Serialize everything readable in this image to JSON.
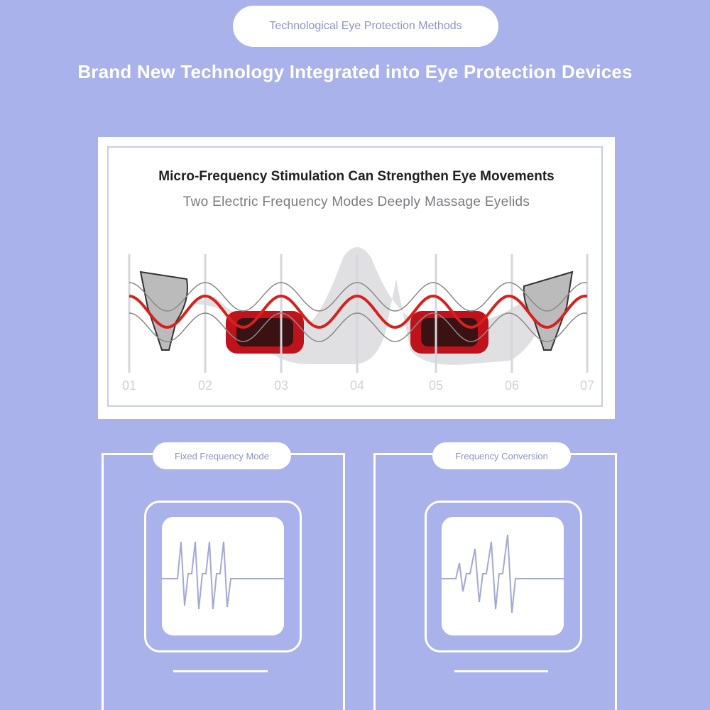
{
  "header": {
    "badge": "Technological Eye Protection Methods",
    "headline": "Brand New Technology Integrated into Eye Protection Devices"
  },
  "panel": {
    "title": "Micro-Frequency Stimulation Can Strengthen Eye Movements",
    "subtitle": "Two Electric Frequency Modes Deeply Massage Eyelids",
    "ticks": [
      "01",
      "02",
      "03",
      "04",
      "05",
      "06",
      "07"
    ],
    "colors": {
      "wave": "#d8211c",
      "guide": "#8a8a8a"
    }
  },
  "modes": [
    {
      "label": "Fixed Frequency Mode",
      "icon": "fixed-waveform-icon"
    },
    {
      "label": "Frequency Conversion",
      "icon": "variable-waveform-icon"
    }
  ],
  "colors": {
    "background": "#a9b2ea",
    "waveform": "#a3a8d8"
  }
}
